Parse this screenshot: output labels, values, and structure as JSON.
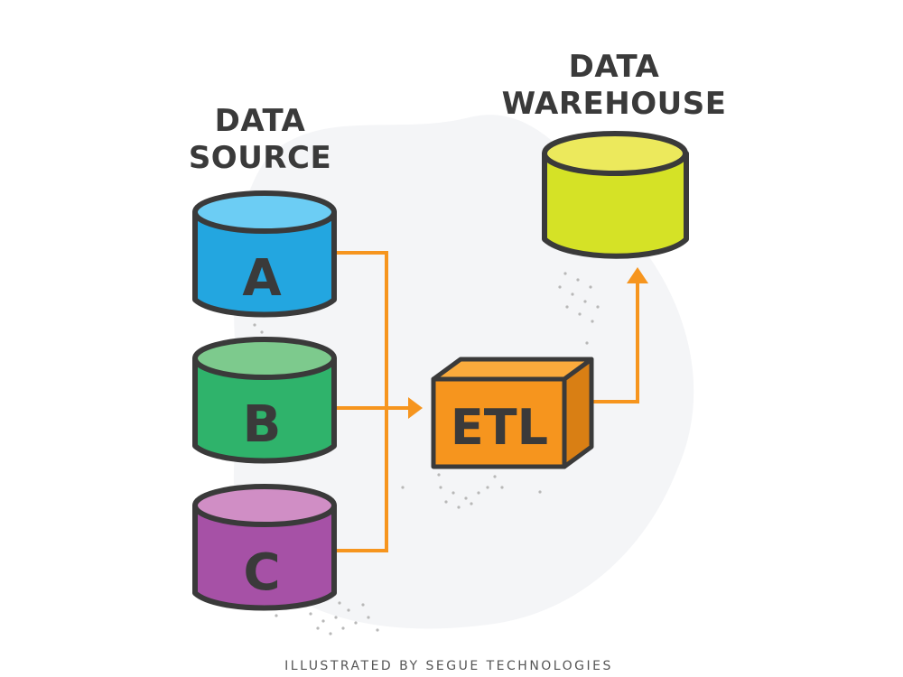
{
  "source_heading": {
    "line1": "DATA",
    "line2": "SOURCE"
  },
  "warehouse_heading": {
    "line1": "DATA",
    "line2": "WAREHOUSE"
  },
  "sources": [
    {
      "letter": "A",
      "side_color": "#23a6e0",
      "top_color": "#6ccdf4"
    },
    {
      "letter": "B",
      "side_color": "#2fb36b",
      "top_color": "#7dca8d"
    },
    {
      "letter": "C",
      "side_color": "#a651a6",
      "top_color": "#d08ec5"
    }
  ],
  "etl": {
    "label": "ETL",
    "front_color": "#f6951e",
    "top_color": "#fbab3c",
    "side_color": "#d97f14"
  },
  "warehouse": {
    "side_color": "#d5e226",
    "top_color": "#ece95c"
  },
  "credit": "ILLUSTRATED BY SEGUE TECHNOLOGIES",
  "colors": {
    "outline": "#3a3a3a",
    "arrow": "#f6951e",
    "blob": "#f4f5f7",
    "dots": "#b8b8b8"
  }
}
